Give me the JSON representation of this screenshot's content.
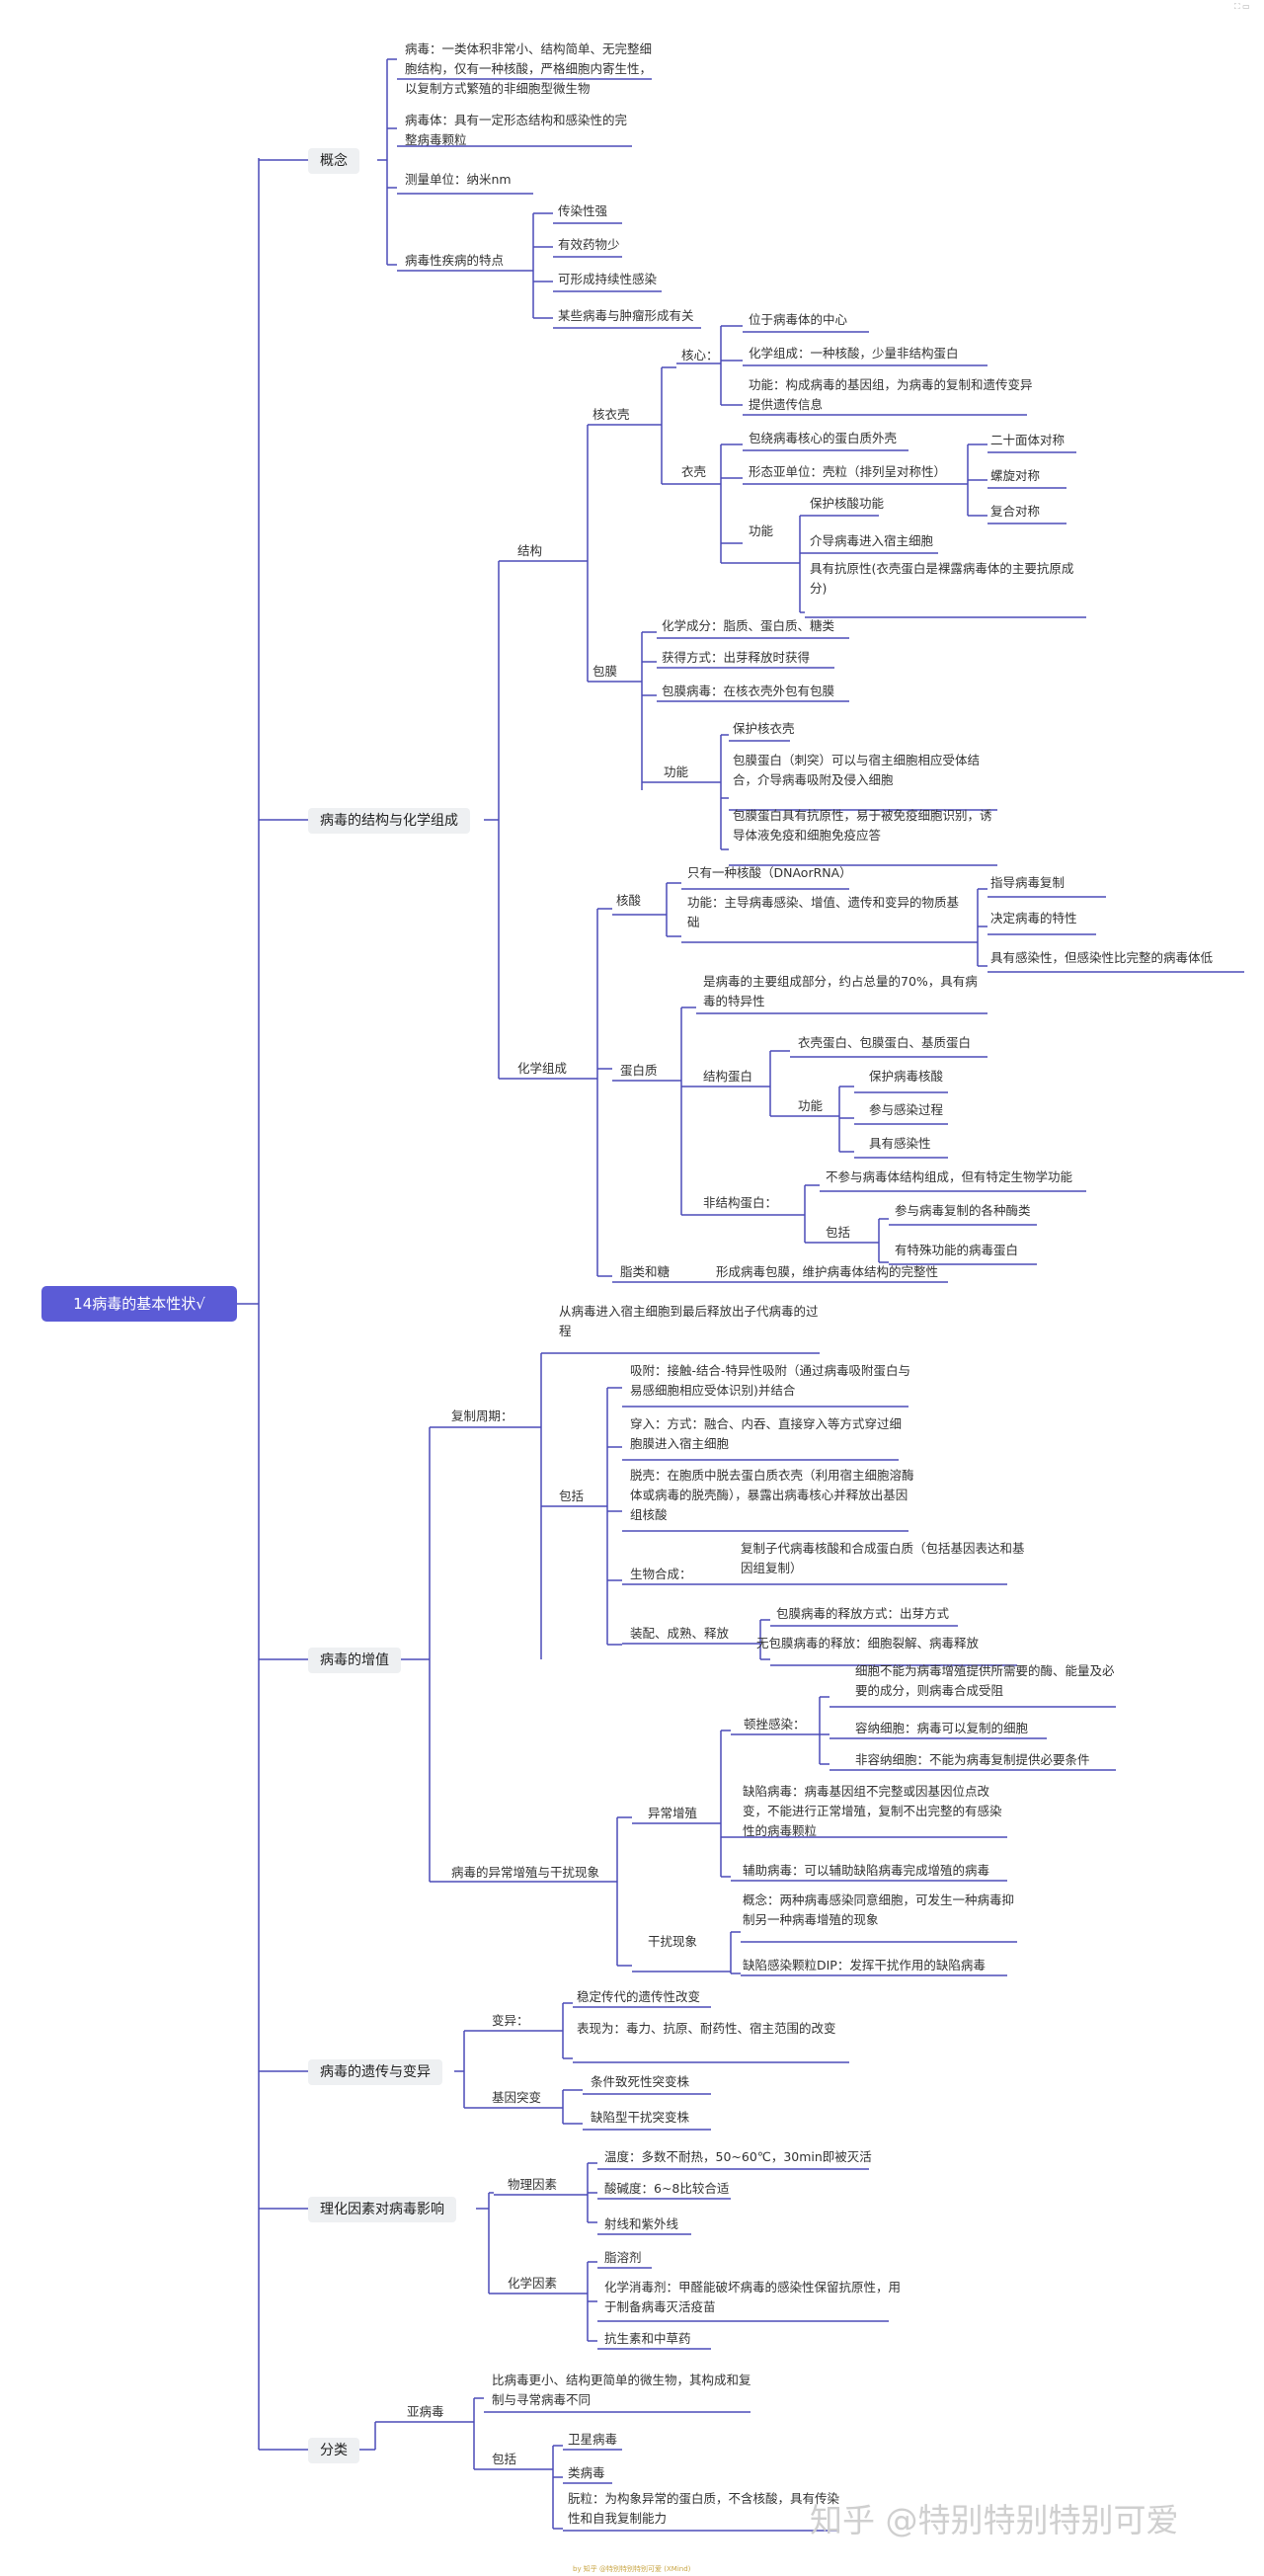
{
  "root": "14病毒的基本性状√",
  "corner": "⛶ ▭",
  "watermark": "知乎 @特别特别特别可爱",
  "footer": "by 知乎 @特别特别特别可爱 (XMind)",
  "b1": {
    "label": "概念",
    "def_virus": "病毒：一类体积非常小、结构简单、无完整细胞结构，仅有一种核酸，严格细胞内寄生性，以复制方式繁殖的非细胞型微生物",
    "def_virion": "病毒体：具有一定形态结构和感染性的完整病毒颗粒",
    "unit": "测量单位：纳米nm",
    "disease": "病毒性疾病的特点",
    "d1": "传染性强",
    "d2": "有效药物少",
    "d3": "可形成持续性感染",
    "d4": "某些病毒与肿瘤形成有关"
  },
  "b2": {
    "label": "病毒的结构与化学组成",
    "structure": "结构",
    "nucleocapsid": "核衣壳",
    "core": "核心：",
    "core1": "位于病毒体的中心",
    "core2": "化学组成：一种核酸，少量非结构蛋白",
    "core3": "功能：构成病毒的基因组，为病毒的复制和遗传变异提供遗传信息",
    "capsid": "衣壳",
    "cap1": "包绕病毒核心的蛋白质外壳",
    "cap2": "形态亚单位：壳粒（排列呈对称性）",
    "sym1": "二十面体对称",
    "sym2": "螺旋对称",
    "sym3": "复合对称",
    "cap_func": "功能",
    "cf1": "保护核酸功能",
    "cf2": "介导病毒进入宿主细胞",
    "cf3": "具有抗原性(衣壳蛋白是裸露病毒体的主要抗原成分)",
    "envelope": "包膜",
    "env1": "化学成分：脂质、蛋白质、糖类",
    "env2": "获得方式：出芽释放时获得",
    "env3": "包膜病毒：在核衣壳外包有包膜",
    "env_func": "功能",
    "ef1": "保护核衣壳",
    "ef2": "包膜蛋白（刺突）可以与宿主细胞相应受体结合，介导病毒吸附及侵入细胞",
    "ef3": "包膜蛋白具有抗原性，易于被免疫细胞识别，诱导体液免疫和细胞免疫应答",
    "chem": "化学组成",
    "na": "核酸",
    "na1": "只有一种核酸（DNAorRNA）",
    "na2": "功能：主导病毒感染、增值、遗传和变异的物质基础",
    "naf1": "指导病毒复制",
    "naf2": "决定病毒的特性",
    "naf3": "具有感染性，但感染性比完整的病毒体低",
    "protein": "蛋白质",
    "p0": "是病毒的主要组成部分，约占总量的70%，具有病毒的特异性",
    "sp": "结构蛋白",
    "sp1": "衣壳蛋白、包膜蛋白、基质蛋白",
    "sp_func": "功能",
    "spf1": "保护病毒核酸",
    "spf2": "参与感染过程",
    "spf3": "具有感染性",
    "nsp": "非结构蛋白：",
    "nsp1": "不参与病毒体结构组成，但有特定生物学功能",
    "nsp_inc": "包括",
    "nspi1": "参与病毒复制的各种酶类",
    "nspi2": "有特殊功能的病毒蛋白",
    "lipid": "脂类和糖",
    "lipid1": "形成病毒包膜，维护病毒体结构的完整性"
  },
  "b3": {
    "label": "病毒的增值",
    "cycle": "复制周期：",
    "cycle_def": "从病毒进入宿主细胞到最后释放出子代病毒的过程",
    "inc": "包括",
    "s1": "吸附：接触-结合-特异性吸附（通过病毒吸附蛋白与易感细胞相应受体识别)并结合",
    "s2": "穿入：方式：融合、内吞、直接穿入等方式穿过细胞膜进入宿主细胞",
    "s3": "脱壳：在胞质中脱去蛋白质衣壳（利用宿主细胞溶酶体或病毒的脱壳酶），暴露出病毒核心并释放出基因组核酸",
    "s4": "生物合成：",
    "s4a": "复制子代病毒核酸和合成蛋白质（包括基因表达和基因组复制）",
    "s5": "装配、成熟、释放",
    "s5a": "包膜病毒的释放方式：出芽方式",
    "s5b": "无包膜病毒的释放：细胞裂解、病毒释放",
    "abn": "病毒的异常增殖与干扰现象",
    "abn_rep": "异常增殖",
    "nonperm": "顿挫感染：",
    "np0": "细胞不能为病毒增殖提供所需要的酶、能量及必要的成分，则病毒合成受阻",
    "np1": "容纳细胞：病毒可以复制的细胞",
    "np2": "非容纳细胞：不能为病毒复制提供必要条件",
    "defect": "缺陷病毒：病毒基因组不完整或因基因位点改变，不能进行正常增殖，复制不出完整的有感染性的病毒颗粒",
    "helper": "辅助病毒：可以辅助缺陷病毒完成增殖的病毒",
    "interf": "干扰现象",
    "if1": "概念：两种病毒感染同意细胞，可发生一种病毒抑制另一种病毒增殖的现象",
    "if2": "缺陷感染颗粒DIP：发挥干扰作用的缺陷病毒"
  },
  "b4": {
    "label": "病毒的遗传与变异",
    "var": "变异：",
    "var1": "稳定传代的遗传性改变",
    "var2": "表现为：毒力、抗原、耐药性、宿主范围的改变",
    "mut": "基因突变",
    "mut1": "条件致死性突变株",
    "mut2": "缺陷型干扰突变株"
  },
  "b5": {
    "label": "理化因素对病毒影响",
    "phys": "物理因素",
    "ph1": "温度：多数不耐热，50~60℃，30min即被灭活",
    "ph2": "酸碱度：6~8比较合适",
    "ph3": "射线和紫外线",
    "chem": "化学因素",
    "ch1": "脂溶剂",
    "ch2": "化学消毒剂：甲醛能破坏病毒的感染性保留抗原性，用于制备病毒灭活疫苗",
    "ch3": "抗生素和中草药"
  },
  "b6": {
    "label": "分类",
    "sub": "亚病毒",
    "sub1": "比病毒更小、结构更简单的微生物，其构成和复制与寻常病毒不同",
    "inc": "包括",
    "i1": "卫星病毒",
    "i2": "类病毒",
    "i3": "朊粒：为构象异常的蛋白质，不含核酸，具有传染性和自我复制能力"
  }
}
